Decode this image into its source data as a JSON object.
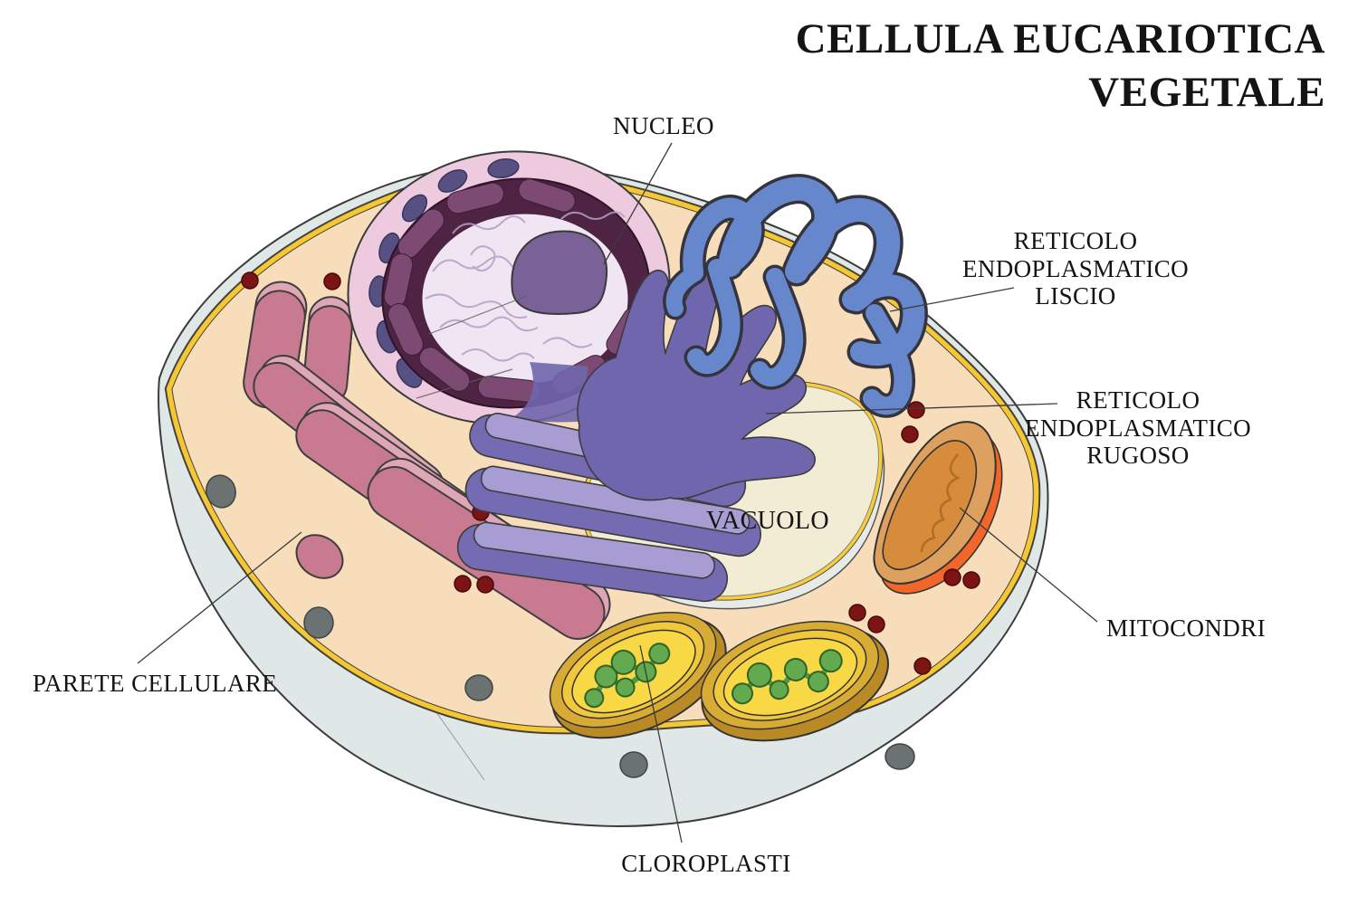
{
  "title": {
    "line1": "CELLULA EUCARIOTICA",
    "line2": "VEGETALE"
  },
  "labels": {
    "nucleo": "NUCLEO",
    "re_liscio": {
      "lines": [
        "RETICOLO",
        "ENDOPLASMATICO",
        "LISCIO"
      ]
    },
    "re_rugoso": {
      "lines": [
        "RETICOLO",
        "ENDOPLASMATICO",
        "RUGOSO"
      ]
    },
    "vacuolo": "VACUOLO",
    "mitocondri": "MITOCONDRI",
    "parete_cellulare": "PARETE CELLULARE",
    "cloroplasti": "CLOROPLASTI"
  },
  "colors": {
    "background": "#ffffff",
    "text": "#141414",
    "leader": "#3c3c3c",
    "stroke": "#333333",
    "cytoplasm": "#f7ddba",
    "membrane": "#f5c733",
    "membrane_edge": "#45413d",
    "wall": "#e0e8e7",
    "wall_dot": "#6b7272",
    "vacuole": "#f3ecd5",
    "vacuole_ring": "#f6ce3c",
    "vacuole_sliver": "#e7eae6",
    "nucleus_outer": "#eecadf",
    "nucleus_pore": "#575083",
    "envelope": "#4e2344",
    "envelope_lozenge": "#7d4a74",
    "nucleoplasm": "#efe5f3",
    "chromatin": "#b3a0c5",
    "nucleolus": "#7a6298",
    "golgi_main": "#c87b90",
    "golgi_light": "#dfa6b5",
    "rough_er": "#6f66ad",
    "rough_er_band": "#756bb2",
    "rough_er_light": "#a79dd2",
    "smooth_er": "#6787cd",
    "smooth_er_edge": "#35343c",
    "mito_outer": "#dda05f",
    "mito_inner": "#d68c3b",
    "mito_rim": "#f2662a",
    "chl_rim_dark": "#b98a26",
    "chl_rim": "#d8ab35",
    "chl_band": "#f1c83c",
    "chl_inner": "#f9d846",
    "grana": "#63a94f",
    "grana_link": "#4f9a43",
    "ribosome": "#7c1416"
  }
}
